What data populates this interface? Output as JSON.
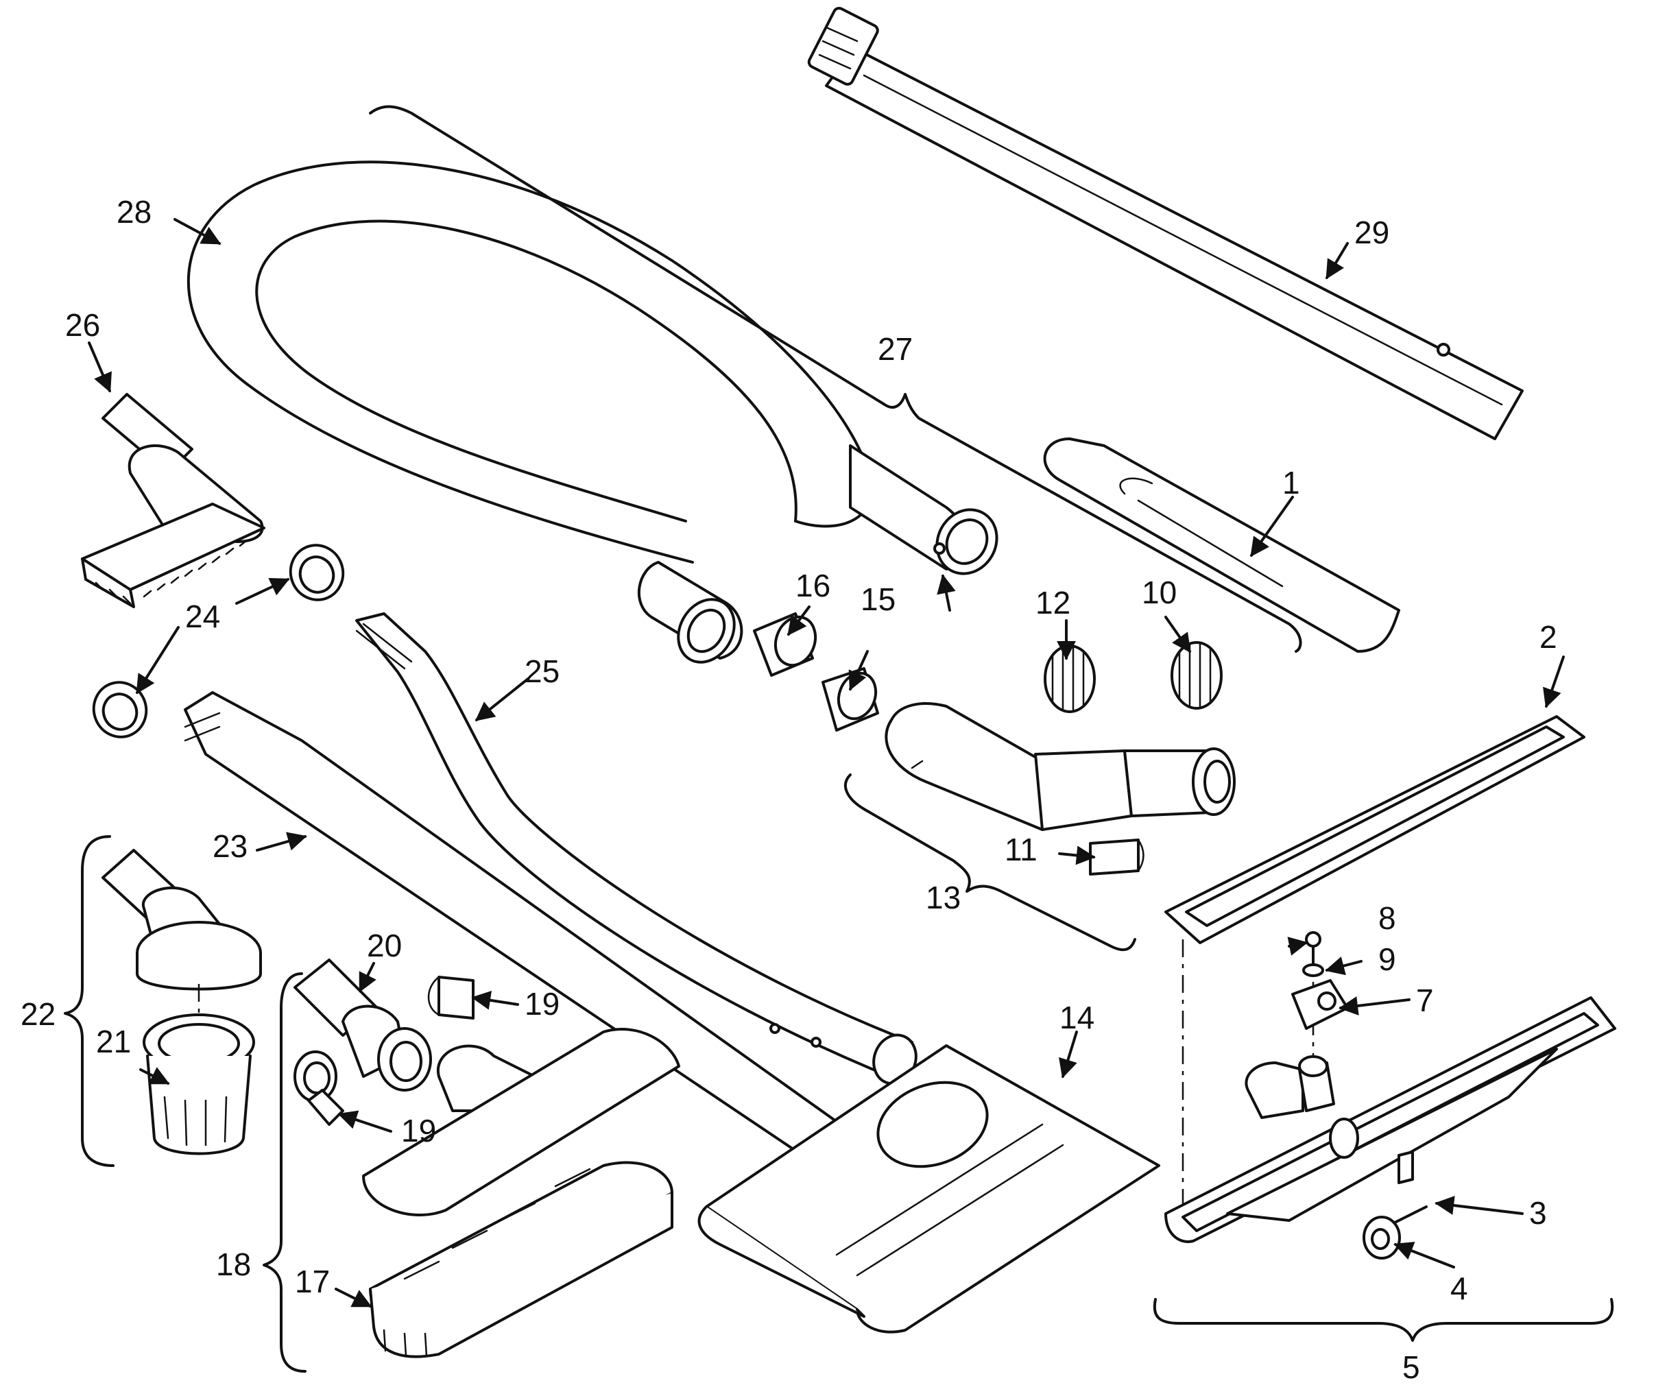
{
  "diagram": {
    "callouts": [
      {
        "id": "c1",
        "text": "1"
      },
      {
        "id": "c2",
        "text": "2"
      },
      {
        "id": "c3",
        "text": "3"
      },
      {
        "id": "c4",
        "text": "4"
      },
      {
        "id": "c5",
        "text": "5"
      },
      {
        "id": "c7",
        "text": "7"
      },
      {
        "id": "c8",
        "text": "8"
      },
      {
        "id": "c9",
        "text": "9"
      },
      {
        "id": "c10",
        "text": "10"
      },
      {
        "id": "c11",
        "text": "11"
      },
      {
        "id": "c12",
        "text": "12"
      },
      {
        "id": "c13",
        "text": "13"
      },
      {
        "id": "c14",
        "text": "14"
      },
      {
        "id": "c15",
        "text": "15"
      },
      {
        "id": "c16",
        "text": "16"
      },
      {
        "id": "c17",
        "text": "17"
      },
      {
        "id": "c18",
        "text": "18"
      },
      {
        "id": "c19a",
        "text": "19"
      },
      {
        "id": "c19b",
        "text": "19"
      },
      {
        "id": "c20",
        "text": "20"
      },
      {
        "id": "c21",
        "text": "21"
      },
      {
        "id": "c22",
        "text": "22"
      },
      {
        "id": "c23",
        "text": "23"
      },
      {
        "id": "c24a",
        "text": "24"
      },
      {
        "id": "c24b",
        "text": "24"
      },
      {
        "id": "c25",
        "text": "25"
      },
      {
        "id": "c26",
        "text": "26"
      },
      {
        "id": "c27",
        "text": "27"
      },
      {
        "id": "c28",
        "text": "28"
      },
      {
        "id": "c29",
        "text": "29"
      }
    ]
  }
}
